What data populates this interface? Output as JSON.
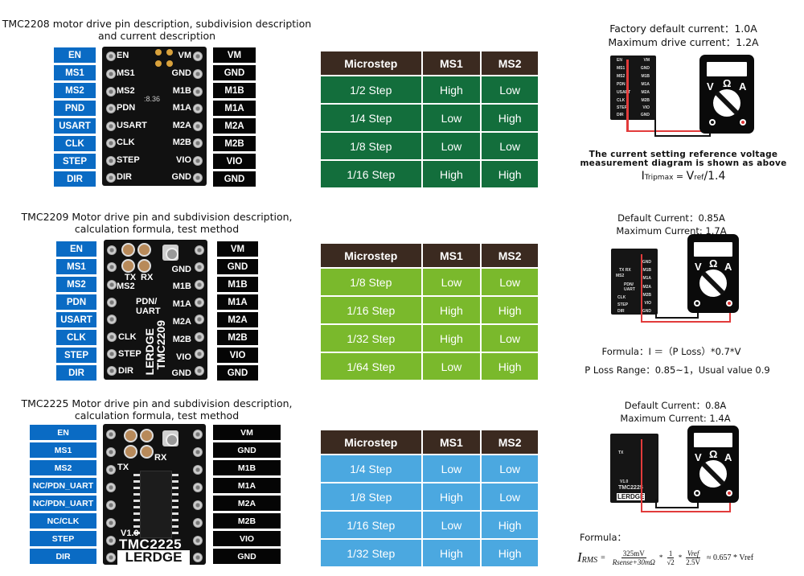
{
  "sections": [
    {
      "title_line1": "TMC2208 motor drive pin description, subdivision description",
      "title_line2": "and current description",
      "left_pins": [
        "EN",
        "MS1",
        "MS2",
        "PND",
        "USART",
        "CLK",
        "STEP",
        "DIR"
      ],
      "right_pins": [
        "VM",
        "GND",
        "M1B",
        "M1A",
        "M2A",
        "M2B",
        "VIO",
        "GND"
      ],
      "board": {
        "left_labels": [
          "EN",
          "MS1",
          "MS2",
          "PDN",
          "USART",
          "CLK",
          "STEP",
          "DIR"
        ],
        "right_labels": [
          "VM",
          "GND",
          "M1B",
          "M1A",
          "M2A",
          "M2B",
          "VIO",
          "GND"
        ],
        "marking": ":8.36"
      },
      "table": {
        "headers": [
          "Microstep",
          "MS1",
          "MS2"
        ],
        "rows": [
          [
            "1/2 Step",
            "High",
            "Low"
          ],
          [
            "1/4 Step",
            "Low",
            "High"
          ],
          [
            "1/8 Step",
            "Low",
            "Low"
          ],
          [
            "1/16 Step",
            "High",
            "High"
          ]
        ],
        "color": "#136e3c"
      },
      "measurement": {
        "line1": "Factory default current：1.0A",
        "line2": "Maximum drive current：1.2A",
        "meter_labels": {
          "v": "V",
          "ohm": "Ω",
          "a": "A"
        },
        "note_line1": "The current setting reference voltage",
        "note_line2": "measurement diagram is shown as above",
        "formula_i": "I",
        "formula_sub": "Tripmax",
        "formula_eq": " = ",
        "formula_v": "V",
        "formula_vsub": "ref",
        "formula_tail": "/1.4"
      }
    },
    {
      "title_line1": "TMC2209 Motor drive pin and subdivision description,",
      "title_line2": "calculation formula, test method",
      "left_pins": [
        "EN",
        "MS1",
        "MS2",
        "PDN",
        "USART",
        "CLK",
        "STEP",
        "DIR"
      ],
      "right_pins": [
        "VM",
        "GND",
        "M1B",
        "M1A",
        "M2A",
        "M2B",
        "VIO",
        "GND"
      ],
      "board": {
        "labels": [
          "TX",
          "RX",
          "MS2",
          "PDN/",
          "UART",
          "CLK",
          "STEP",
          "DIR",
          "GND",
          "M1B",
          "M1A",
          "M2A",
          "M2B",
          "VIO",
          "GND"
        ],
        "vertical1": "LERDGE",
        "vertical2": "TMC2209"
      },
      "table": {
        "headers": [
          "Microstep",
          "MS1",
          "MS2"
        ],
        "rows": [
          [
            "1/8 Step",
            "Low",
            "Low"
          ],
          [
            "1/16 Step",
            "High",
            "High"
          ],
          [
            "1/32 Step",
            "High",
            "Low"
          ],
          [
            "1/64 Step",
            "Low",
            "High"
          ]
        ],
        "color": "#7ab92c"
      },
      "measurement": {
        "line1": "Default Current：0.85A",
        "line2": "Maximum Current: 1.7A",
        "meter_labels": {
          "v": "V",
          "ohm": "Ω",
          "a": "A"
        },
        "formula": "Formula：I ＝（P Loss）*0.7*V",
        "range": "P Loss Range：0.85~1，Usual value 0.9"
      }
    },
    {
      "title_line1": "TMC2225 Motor drive pin and subdivision description,",
      "title_line2": "calculation formula, test method",
      "left_pins": [
        "EN",
        "MS1",
        "MS2",
        "NC/PDN_UART",
        "NC/PDN_UART",
        "NC/CLK",
        "STEP",
        "DIR"
      ],
      "right_pins": [
        "VM",
        "GND",
        "M1B",
        "M1A",
        "M2A",
        "M2B",
        "VIO",
        "GND"
      ],
      "board": {
        "tx": "TX",
        "rx": "RX",
        "version": "V1.0",
        "model": "TMC2225",
        "brand": "LERDGE"
      },
      "table": {
        "headers": [
          "Microstep",
          "MS1",
          "MS2"
        ],
        "rows": [
          [
            "1/4 Step",
            "Low",
            "Low"
          ],
          [
            "1/8 Step",
            "High",
            "Low"
          ],
          [
            "1/16 Step",
            "Low",
            "High"
          ],
          [
            "1/32 Step",
            "High",
            "High"
          ]
        ],
        "color": "#4ba8e0"
      },
      "measurement": {
        "line1": "Default Current：0.8A",
        "line2": "Maximum Current: 1.4A",
        "meter_labels": {
          "v": "V",
          "ohm": "Ω",
          "a": "A"
        },
        "formula_label": "Formula：",
        "math": {
          "lhs": "I",
          "lhs_sub": "RMS",
          "eq": "=",
          "f1_num": "325mV",
          "f1_den": "Rsense+30mΩ",
          "times1": "*",
          "f2_num": "1",
          "f2_den": "√2",
          "times2": "*",
          "f3_num": "Vref",
          "f3_den": "2.5V",
          "approx": "≈ 0.657 * Vref"
        }
      }
    }
  ],
  "colors": {
    "pin_blue": "#0a6bc4",
    "pin_black": "#050505",
    "table_header": "#3b2a20",
    "wire_red": "#e23b3b"
  }
}
